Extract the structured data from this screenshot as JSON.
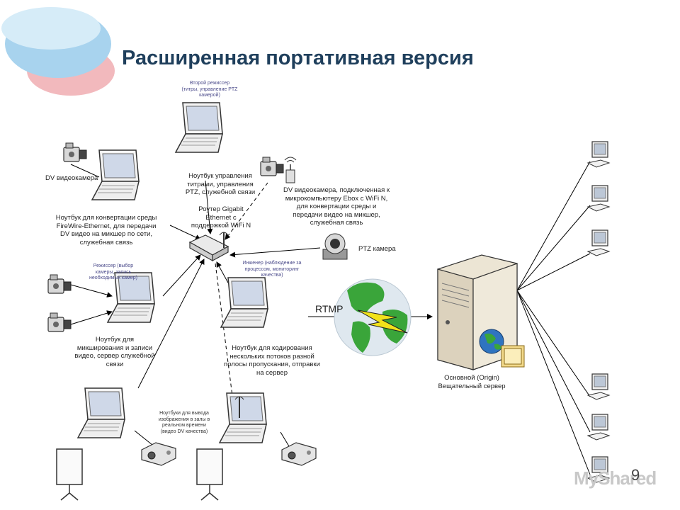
{
  "slide": {
    "title": "Расширенная портативная версия",
    "page_number": "9",
    "watermark": "MyShared",
    "colors": {
      "title": "#1f3f5c",
      "blob_blue": "#a8d3ee",
      "blob_pink": "#f2b9bd",
      "globe_sea": "#dfe8ef",
      "globe_land": "#3aa53a"
    }
  },
  "labels": {
    "director2": "Второй режиссер\n(титры, управление PTZ\nкамерой)",
    "laptop_titles": "Ноутбук управления\nтитрами, управления\nPTZ, служебной связи",
    "router": "Роутер Gigabit\nEthernet с\nподдержкой WiFi N",
    "dv_cam": "DV видеокамера",
    "laptop_convert": "Ноутбук для конвертации среды\nFireWire-Ethernet, для передачи\nDV видео на микшер по сети,\nслужебная связь",
    "dv_cam_wifi": "DV видеокамера, подключенная к\nмикрокомпьютеру Ebox с WiFi N,\nдля конвертации среды и\nпередачи видео на микшер,\nслужебная связь",
    "ptz_cam": "PTZ камера",
    "director": "Режиссер (выбор\nкамеры, запись\nнеобходимых камер)",
    "engineer": "Инженер (наблюдение за\nпроцессом, мониторинг\nкачества)",
    "rtmp": "RTMP",
    "laptop_mix": "Ноутбук для\nмикширования и записи\nвидео, сервер служебной\nсвязи",
    "laptop_encode": "Ноутбук для кодирования\nнескольких потоков разной\nполосы пропускания, отправки\nна сервер",
    "server": "Основной (Origin)\nВещательный сервер",
    "laptops_output": "Ноутбуки для вывода\nизображения в залы в\nреальном времени\n(видео DV качества)"
  }
}
